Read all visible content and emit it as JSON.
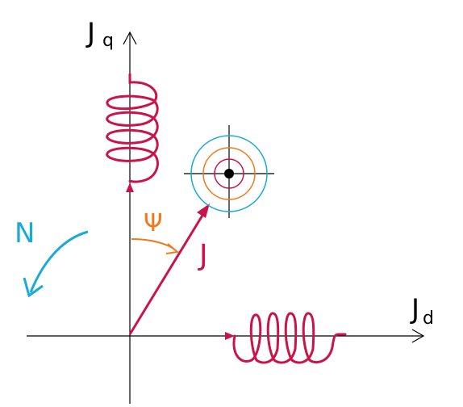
{
  "labels": {
    "axis_q": "J",
    "axis_q_sub": "q",
    "axis_d": "J",
    "axis_d_sub": "d",
    "vector": "J",
    "angle": "Ψ",
    "rotation": "N"
  },
  "colors": {
    "axes": "#000000",
    "coil": "#c8144a",
    "vector": "#c8144a",
    "angle": "#f07a1a",
    "rotation": "#1ba9d6",
    "target_outer": "#1ba9d6",
    "target_middle": "#f07a1a",
    "target_inner": "#c8144a",
    "target_dot": "#000000"
  }
}
